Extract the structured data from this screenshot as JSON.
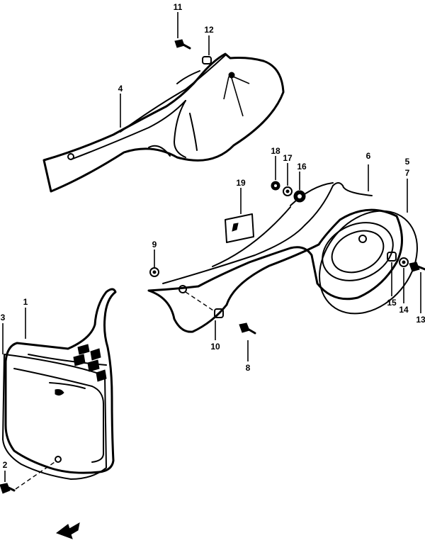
{
  "callouts": {
    "c1": "1",
    "c2": "2",
    "c3": "3",
    "c4": "4",
    "c5": "5",
    "c6": "6",
    "c7": "7",
    "c8": "8",
    "c9": "9",
    "c10": "10",
    "c11": "11",
    "c12": "12",
    "c13": "13",
    "c14": "14",
    "c15": "15",
    "c16": "16",
    "c17": "17",
    "c18": "18",
    "c19": "19"
  },
  "icons": {
    "direction_arrow": "front-direction-arrow-icon"
  }
}
